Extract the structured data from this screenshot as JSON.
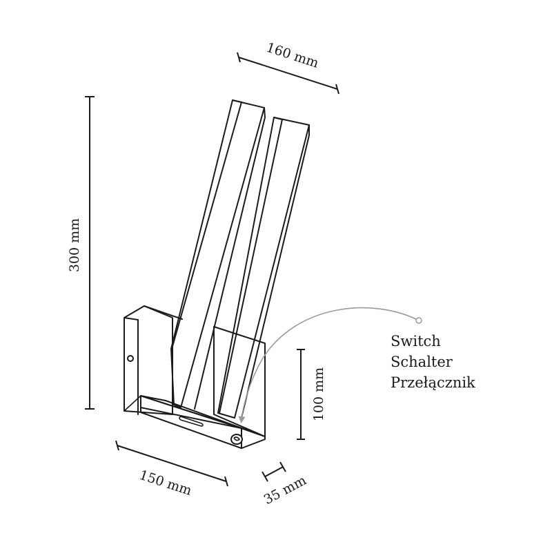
{
  "dimensions": {
    "top_width": "160 mm",
    "height_total": "300 mm",
    "height_base": "100 mm",
    "base_width": "150 mm",
    "depth": "35 mm"
  },
  "switch_label": {
    "en": "Switch",
    "de": "Schalter",
    "pl": "Przełącznik"
  },
  "colors": {
    "line": "#1a1a1a",
    "pointer": "#9a9a9a",
    "background": "#ffffff"
  }
}
